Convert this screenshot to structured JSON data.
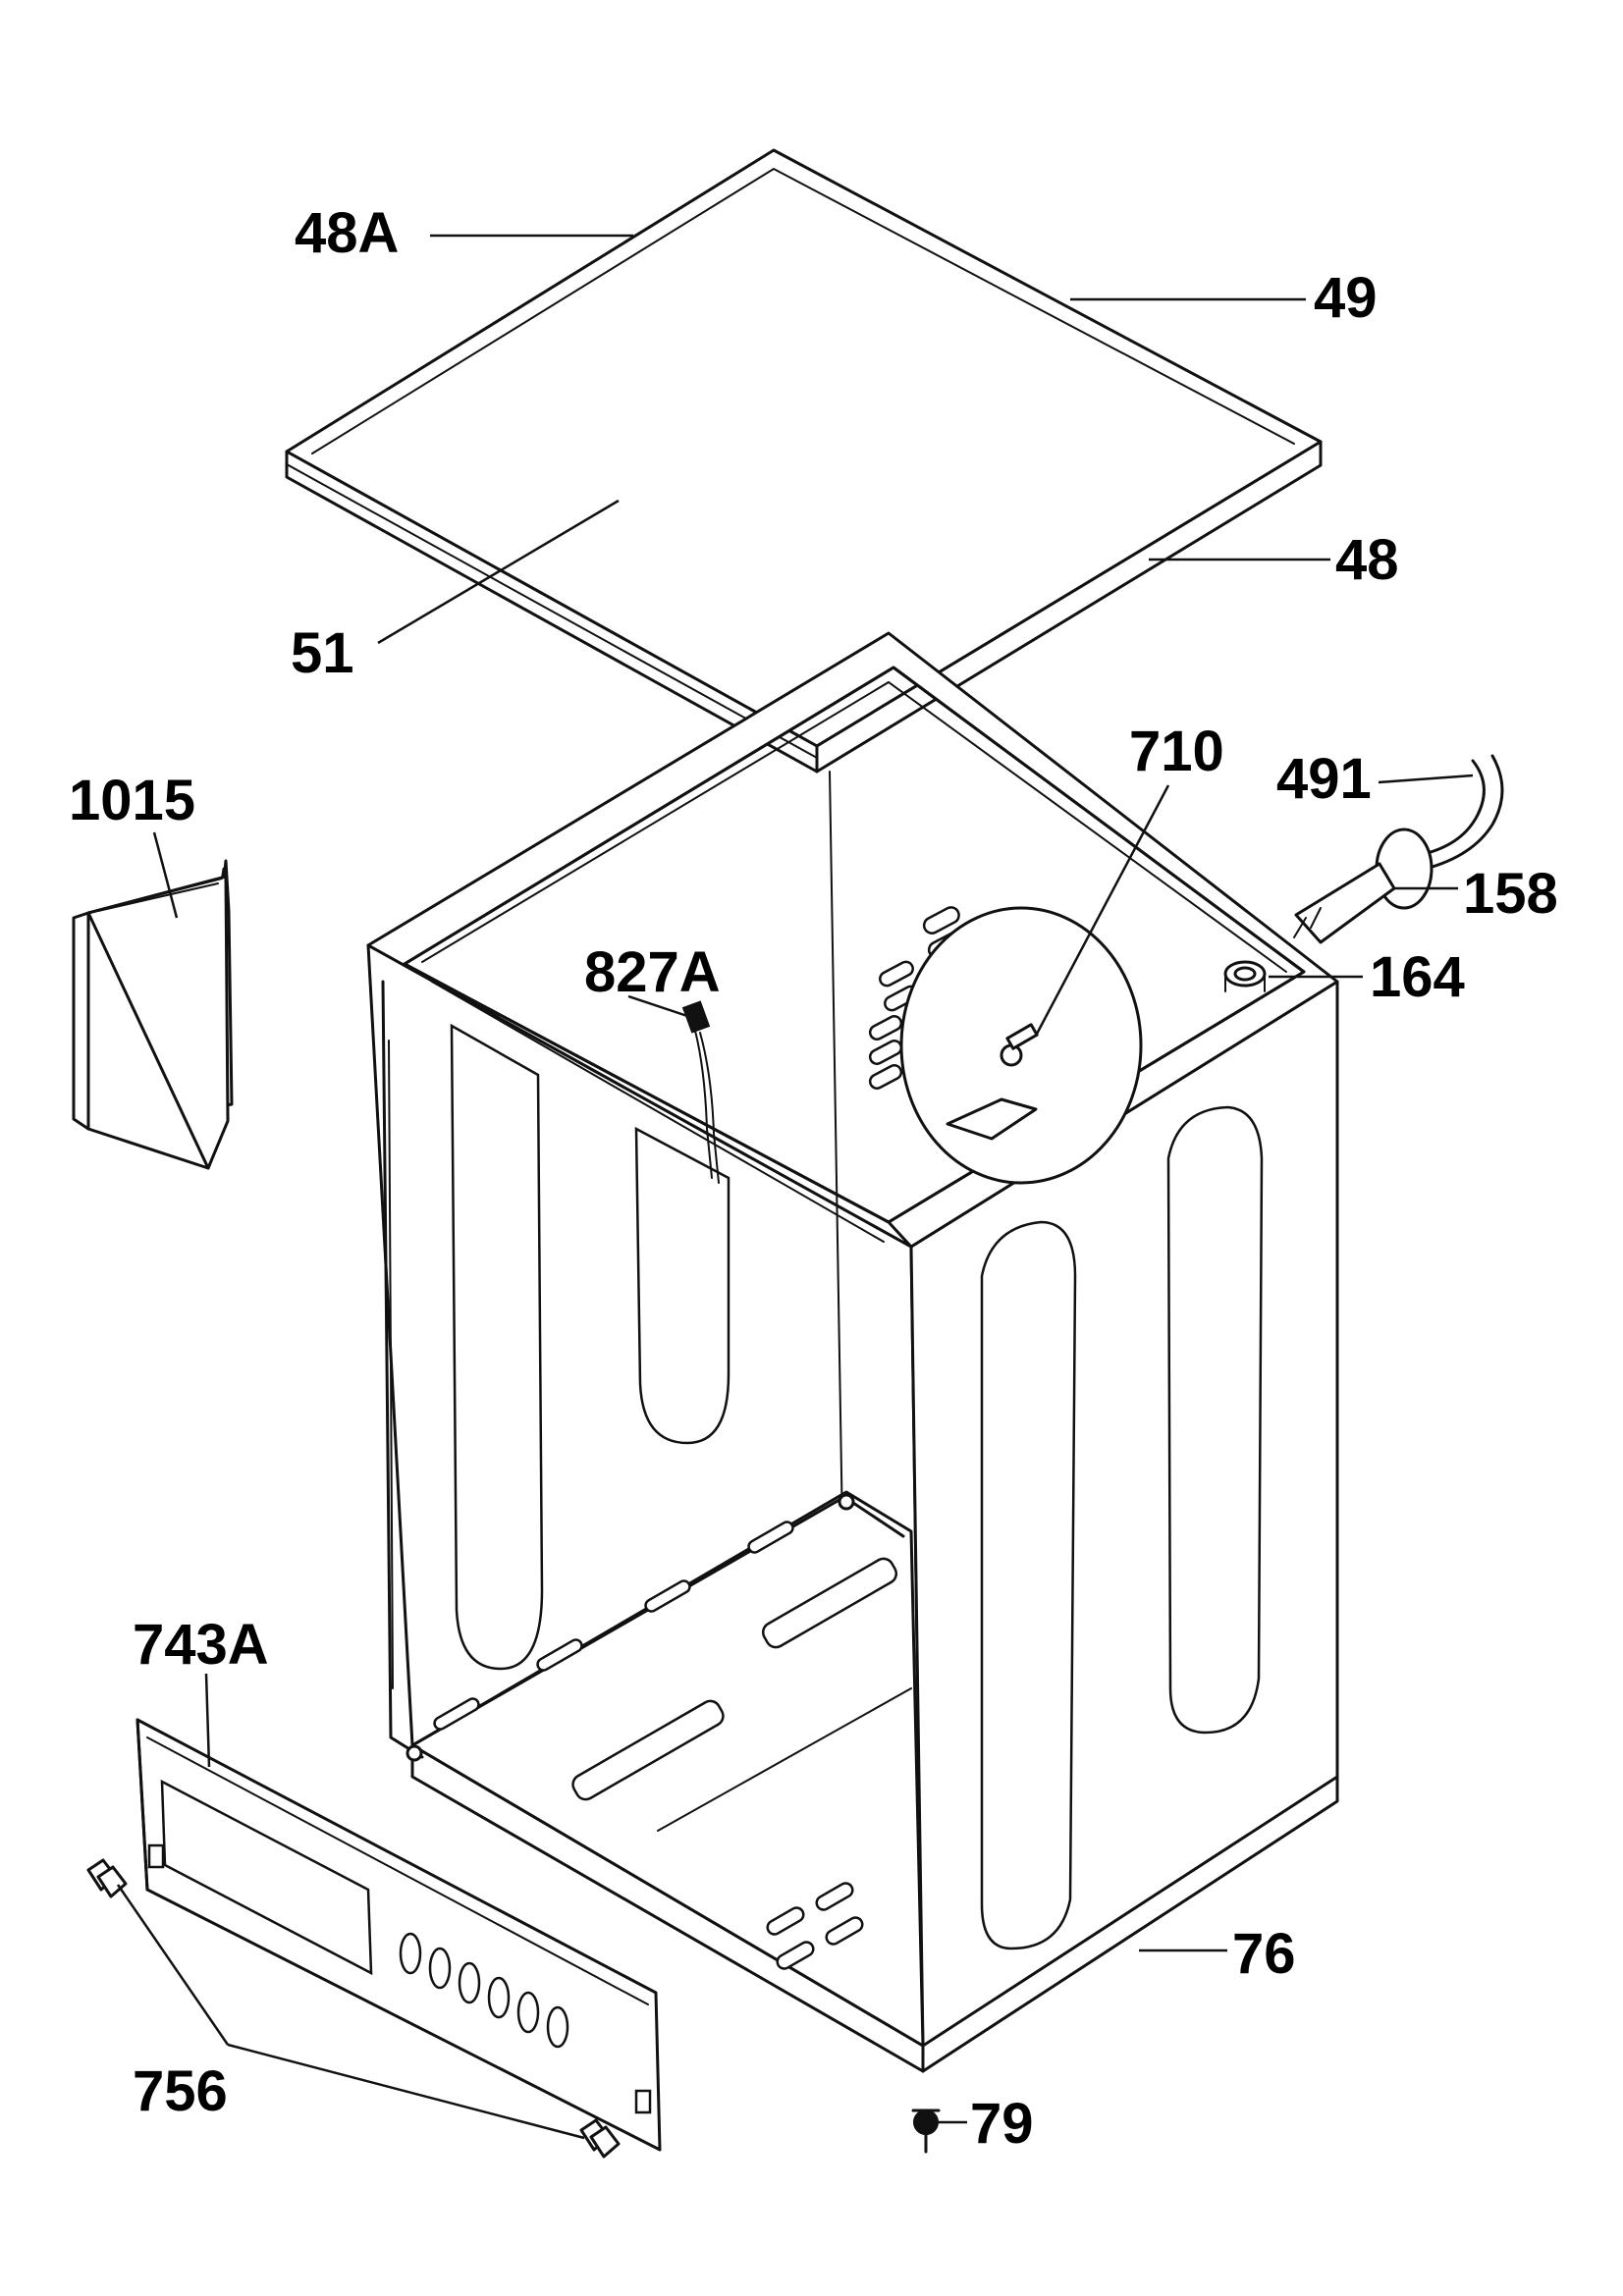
{
  "callouts": {
    "c48A": "48A",
    "c49": "49",
    "c48": "48",
    "c51": "51",
    "c1015": "1015",
    "c710": "710",
    "c491": "491",
    "c158": "158",
    "c827A": "827A",
    "c164": "164",
    "c743A": "743A",
    "c76": "76",
    "c756": "756",
    "c79": "79"
  },
  "colors": {
    "line": "#111111",
    "background": "#ffffff"
  }
}
